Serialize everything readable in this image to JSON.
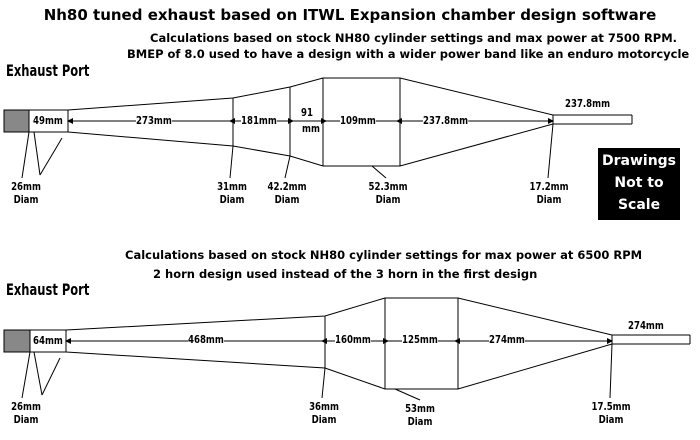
{
  "title": "Nh80 tuned exhaust based on ITWL Expansion chamber design software",
  "design1": {
    "caption_line1": "Calculations based on stock NH80 cylinder settings and max power at 7500 RPM.",
    "caption_line2": "BMEP of 8.0 used to have a design with a wider power band like an enduro motorcycle",
    "port_label": "Exhaust Port",
    "lengths": [
      "49mm",
      "273mm",
      "181mm",
      "91",
      "mm",
      "109mm",
      "237.8mm",
      "237.8mm"
    ],
    "diam_port": "26mm",
    "diam_1": "31mm",
    "diam_2": "42.2mm",
    "diam_3": "52.3mm",
    "diam_4": "17.2mm",
    "diam_word": "Diam"
  },
  "design2": {
    "caption_line1": "Calculations based on stock NH80 cylinder settings for max power at 6500 RPM",
    "caption_line2": "2 horn design used instead of the 3 horn in the first design",
    "port_label": "Exhaust Port",
    "lengths": [
      "64mm",
      "468mm",
      "160mm",
      "125mm",
      "274mm",
      "274mm"
    ],
    "diam_port": "26mm",
    "diam_1": "36mm",
    "diam_2": "53mm",
    "diam_3": "17.5mm",
    "diam_word": "Diam"
  },
  "note": [
    "Drawings",
    "Not to",
    "Scale"
  ],
  "colors": {
    "line": "#000000",
    "port_fill": "#888888",
    "note_fill": "#000000",
    "note_text": "#ffffff"
  }
}
